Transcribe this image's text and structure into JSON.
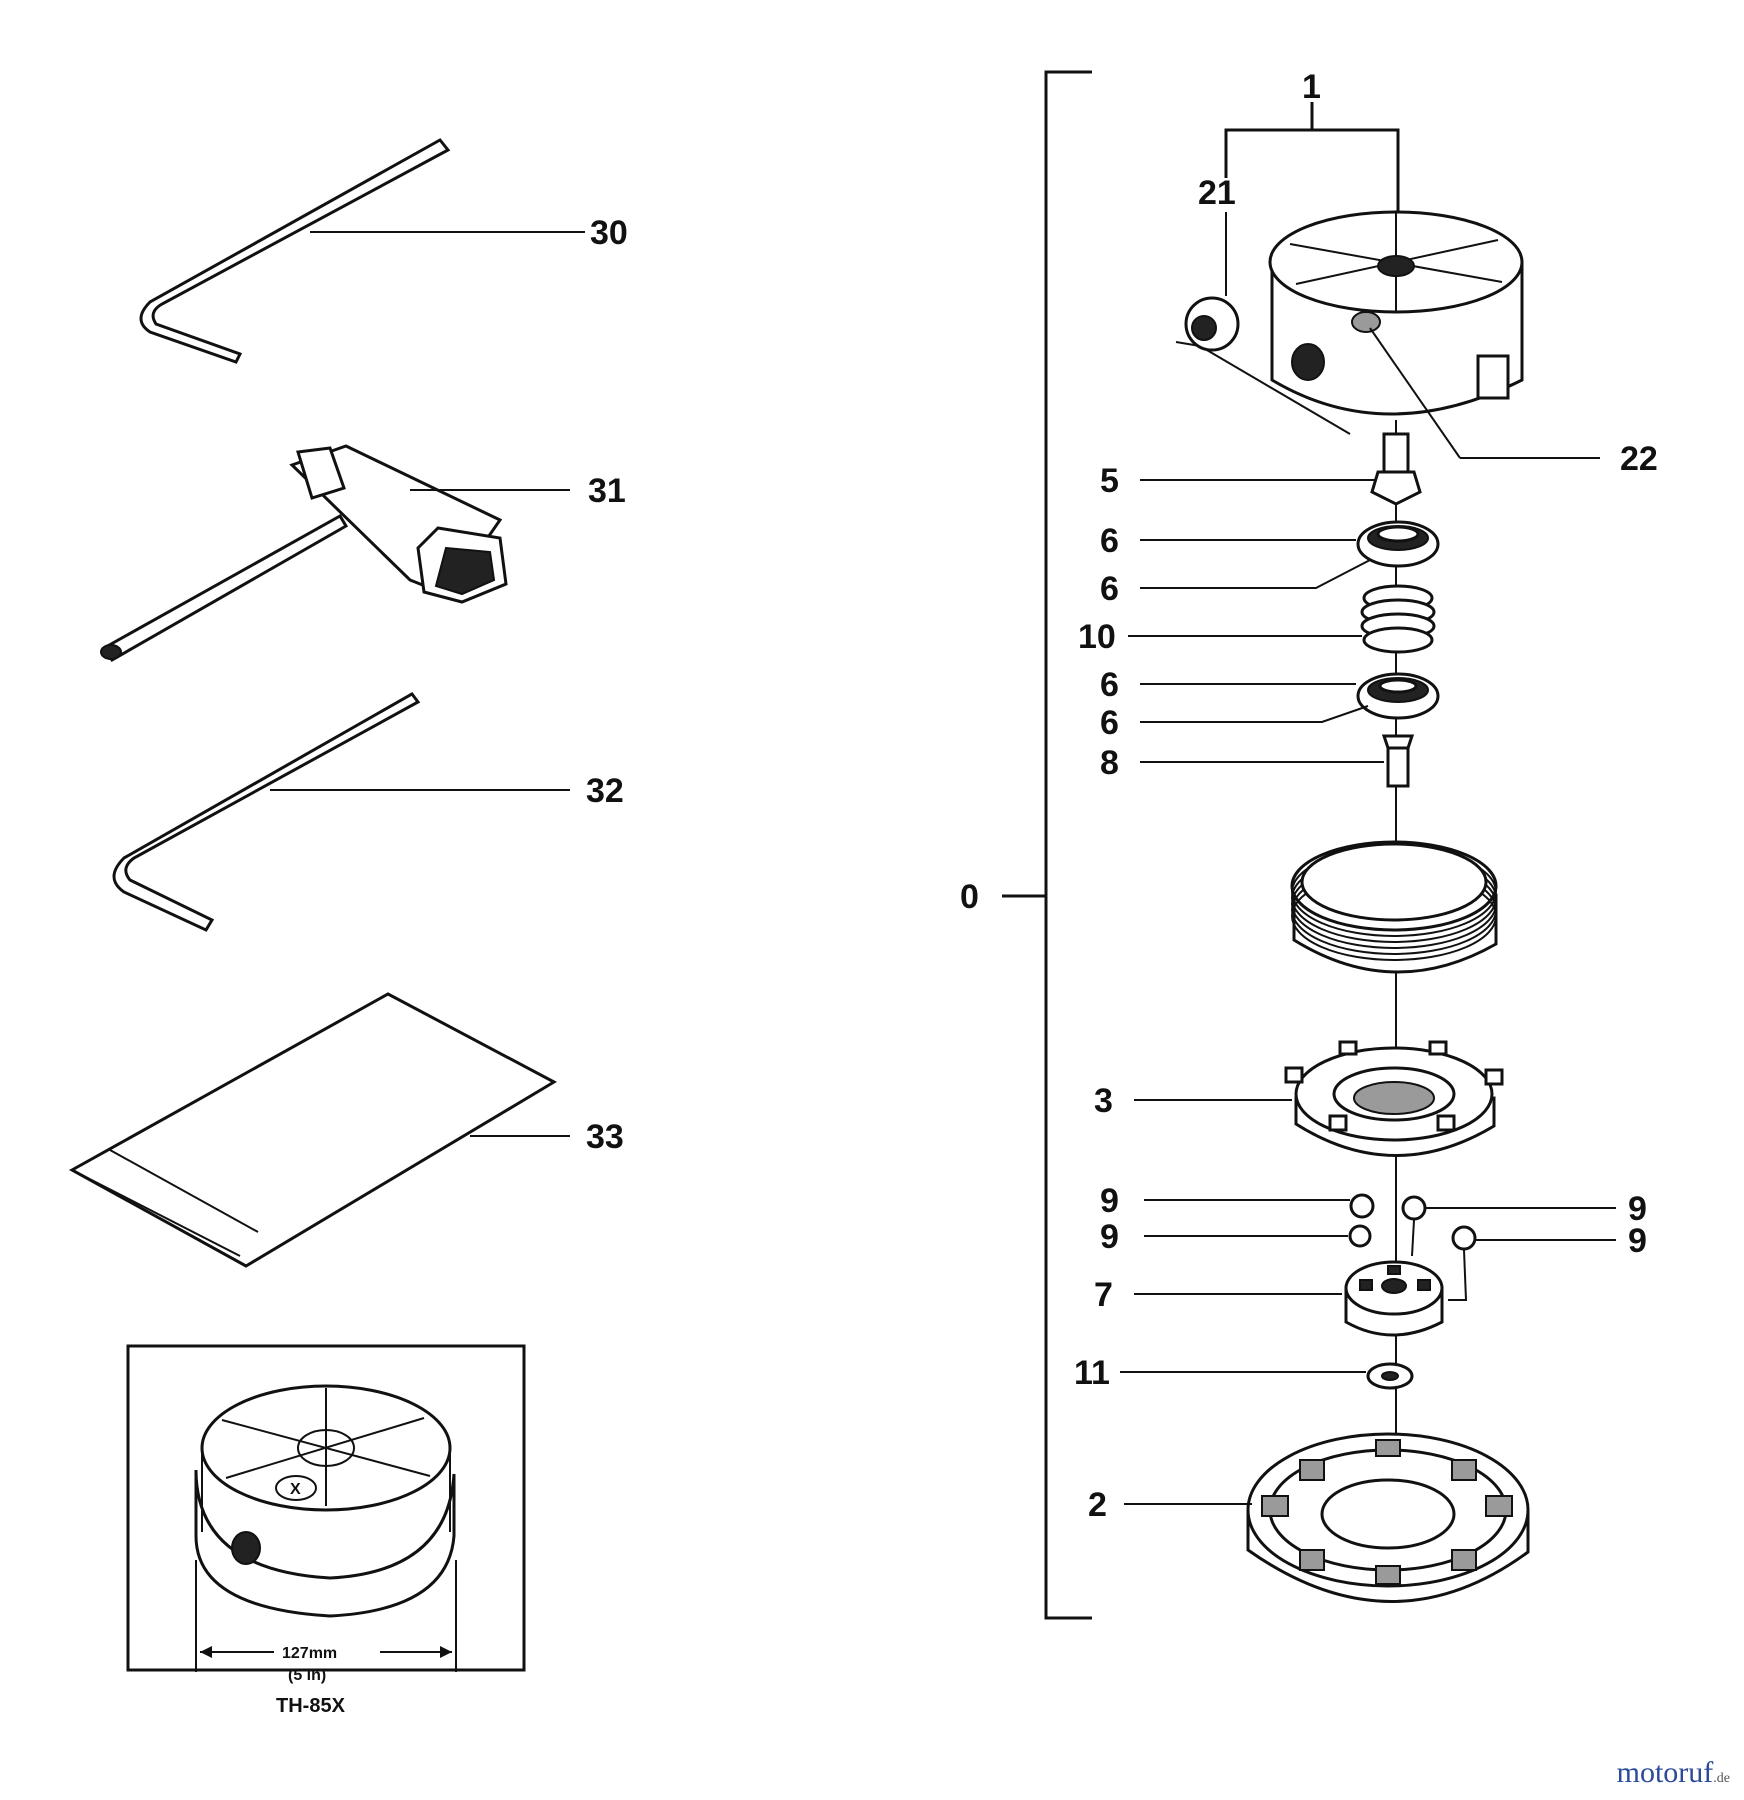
{
  "callouts": {
    "c30": "30",
    "c31": "31",
    "c32": "32",
    "c33": "33",
    "c1": "1",
    "c21": "21",
    "c22": "22",
    "c5": "5",
    "c6a": "6",
    "c6b": "6",
    "c10": "10",
    "c6c": "6",
    "c6d": "6",
    "c8": "8",
    "c0": "0",
    "c3": "3",
    "c9a": "9",
    "c9b": "9",
    "c9c": "9",
    "c9d": "9",
    "c7": "7",
    "c11": "11",
    "c2": "2"
  },
  "inset": {
    "dimension_mm": "127mm",
    "dimension_in": "(5 in)",
    "model": "TH-85X",
    "mark": "X"
  },
  "watermark": {
    "brand": "motoruf",
    "tld": ".de",
    "colors": [
      "#2b4a9a",
      "#c0392b",
      "#2e8b3a",
      "#e0a020"
    ]
  }
}
